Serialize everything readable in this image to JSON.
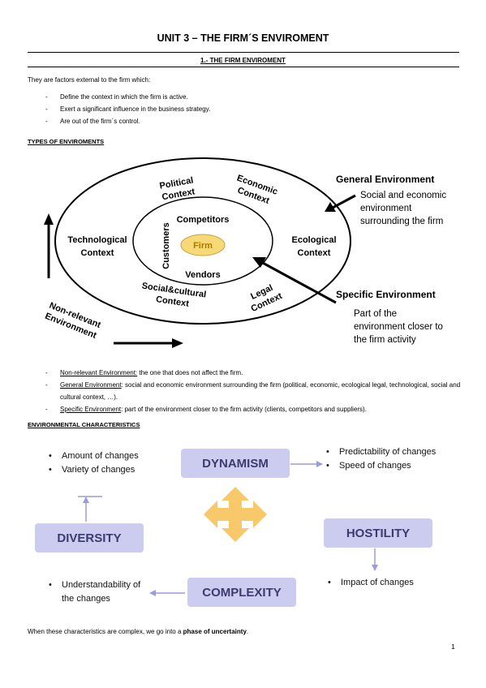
{
  "document": {
    "title": "UNIT 3 – THE FIRM´S ENVIROMENT",
    "section1_title": "1.- THE FIRM ENVIROMENT",
    "intro": "They are factors external to the firm which:",
    "intro_items": [
      "Define the context in which the firm is active.",
      "Exert a significant influence in the business strategy.",
      "Are out of the firm´s control."
    ],
    "types_heading": "TYPES OF ENVIROMENTS",
    "definitions": [
      {
        "term": "Non-relevant Environment:",
        "text": " the one that does not affect the firm."
      },
      {
        "term": "General Environment",
        "text": ": social and economic environment surrounding the firm (political, economic, ecological legal, technological, social and cultural context, …)."
      },
      {
        "term": "Specific Environment",
        "text": ": part of the environment closer to the firm activity (clients, competitors and suppliers)."
      }
    ],
    "characteristics_heading": "ENVIRONMENTAL CHARACTERISTICS",
    "footer_text": "When these characteristics are complex, we go into a ",
    "footer_bold": "phase of uncertainty",
    "footer_end": ".",
    "page_number": "1"
  },
  "diagram1": {
    "firm": "Firm",
    "competitors": "Competitors",
    "customers": "Customers",
    "vendors": "Vendors",
    "political": [
      "Political",
      "Context"
    ],
    "economic": [
      "Economic",
      "Context"
    ],
    "technological": [
      "Technological",
      "Context"
    ],
    "ecological": [
      "Ecological",
      "Context"
    ],
    "social": [
      "Social&cultural",
      "Context"
    ],
    "legal": [
      "Legal",
      "Context"
    ],
    "nonrelevant": [
      "Non-relevant",
      "Environment"
    ],
    "general_title": "General Environment",
    "general_desc": [
      "Social and economic",
      "environment",
      "surrounding the firm"
    ],
    "specific_title": "Specific Environment",
    "specific_desc": [
      "Part of the",
      "environment closer to",
      "the firm activity"
    ]
  },
  "diagram2": {
    "dynamism": "DYNAMISM",
    "diversity": "DIVERSITY",
    "hostility": "HOSTILITY",
    "complexity": "COMPLEXITY",
    "dynamism_left": [
      "Amount of changes",
      "Variety of changes"
    ],
    "dynamism_right": [
      "Predictability of changes",
      "Speed of changes"
    ],
    "hostility_items": [
      "Impact of changes"
    ],
    "complexity_items": [
      "Understandability of the changes"
    ],
    "colors": {
      "box": "#ccccf0",
      "box_text": "#3b3b6e",
      "cross": "#f7c96a",
      "arrow": "#9a9ae0"
    }
  }
}
